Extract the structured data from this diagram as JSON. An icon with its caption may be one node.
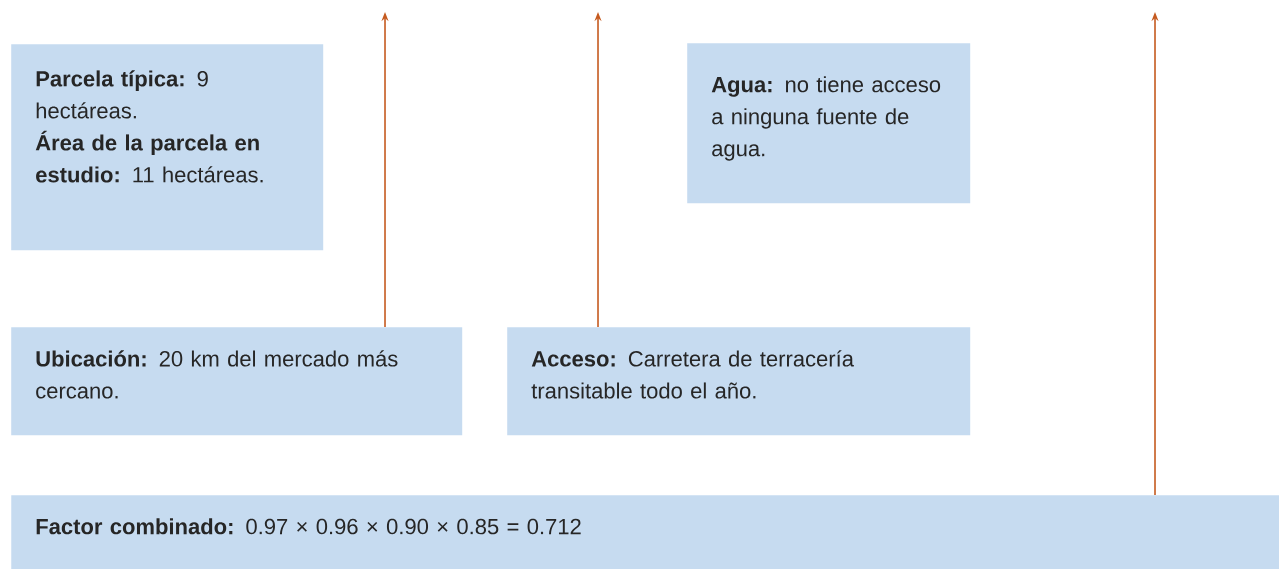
{
  "diagram": {
    "nodes": [
      {
        "text": [
          "**Parcela típica:** 9 hectáreas.",
          "**Área de la parcela en estudio:** 11 hectáreas."
        ]
      },
      {
        "text": [
          "**Agua:** no tiene acceso a ninguna fuente de agua."
        ]
      },
      {
        "text": [
          "**Ubicación:** 20 km del mercado más cercano."
        ]
      },
      {
        "text": [
          "**Acceso:** Carretera de terracería transitable todo el año."
        ]
      },
      {
        "text": [
          "**Factor combinado:** 0.97 × 0.96 × 0.90 × 0.85 = 0.712"
        ]
      }
    ],
    "edges": [
      {
        "from": 2,
        "to": null,
        "arrow": "to"
      },
      {
        "from": 3,
        "to": null,
        "arrow": "to"
      },
      {
        "from": 4,
        "to": null,
        "arrow": "to"
      }
    ]
  }
}
